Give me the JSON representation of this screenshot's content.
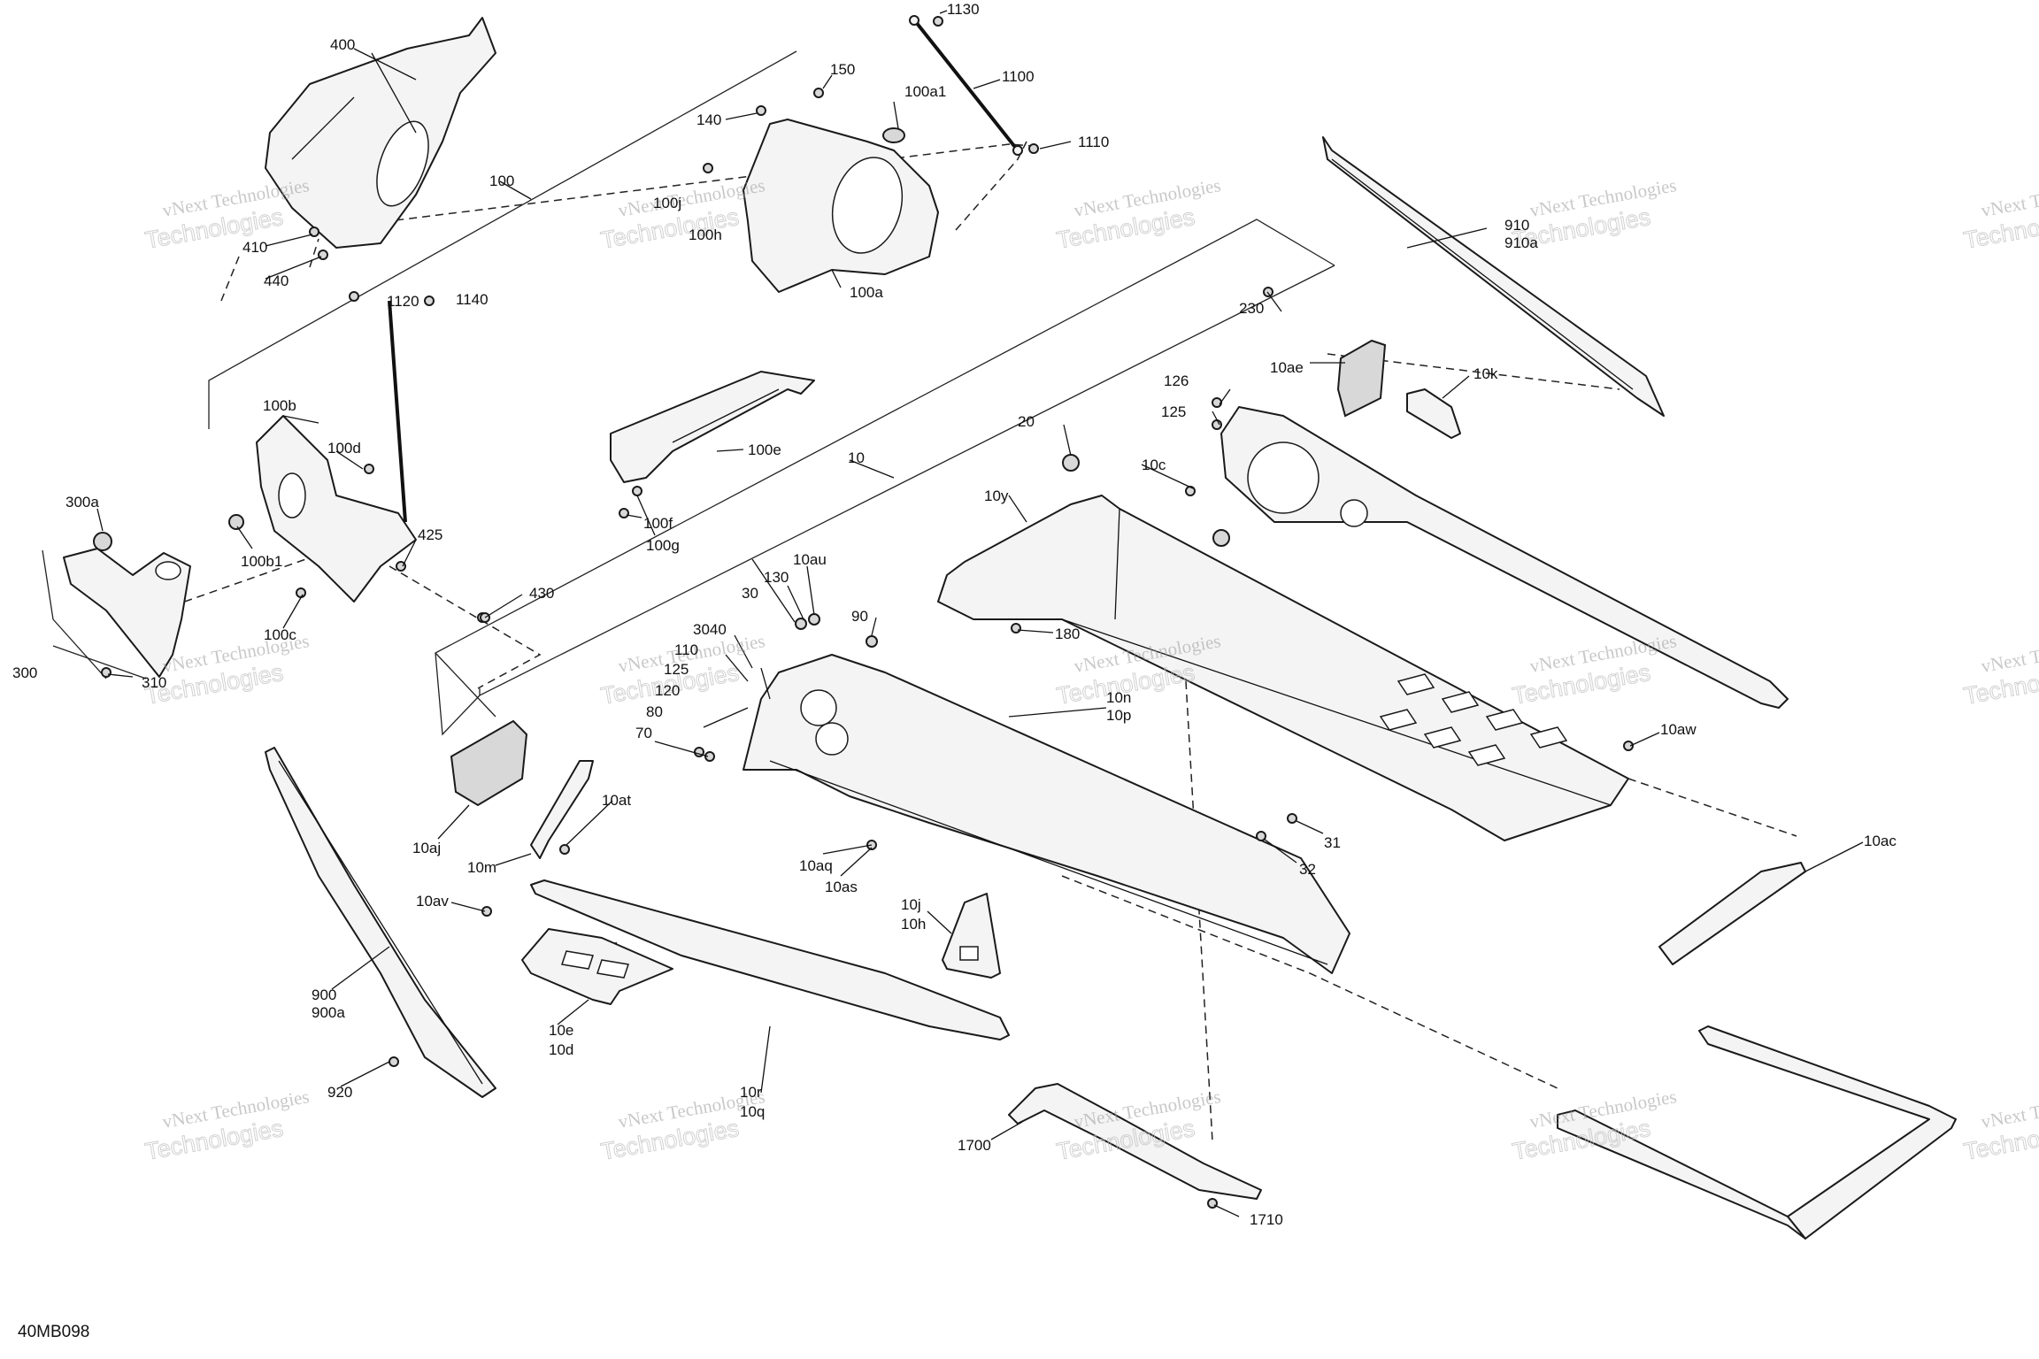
{
  "drawing_code": "40MB098",
  "watermark": {
    "line1": "vNext Technologies",
    "line2": "Technologies"
  },
  "callouts": [
    "1130",
    "1100",
    "1110",
    "150",
    "100a1",
    "140",
    "100j",
    "100h",
    "100a",
    "400",
    "100",
    "410",
    "440",
    "910",
    "910a",
    "1120",
    "1140",
    "230",
    "10ae",
    "10k",
    "100b",
    "100d",
    "100b1",
    "100c",
    "425",
    "430",
    "300a",
    "300",
    "310",
    "100e",
    "100f",
    "100g",
    "10",
    "126",
    "125",
    "10c",
    "20",
    "10y",
    "130",
    "10au",
    "30",
    "3040",
    "110",
    "125",
    "120",
    "80",
    "70",
    "90",
    "180",
    "10n",
    "10p",
    "10aw",
    "10aj",
    "10m",
    "10at",
    "10av",
    "31",
    "32",
    "10ac",
    "10aq",
    "10as",
    "10j",
    "10h",
    "900",
    "900a",
    "920",
    "10e",
    "10d",
    "10r",
    "10q",
    "1700",
    "1710"
  ]
}
